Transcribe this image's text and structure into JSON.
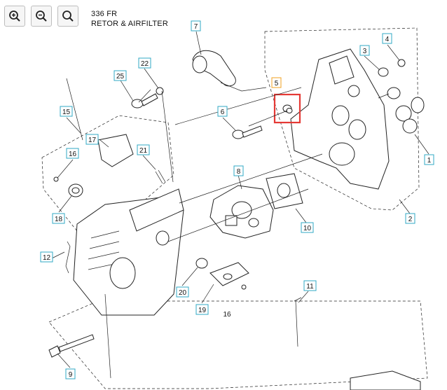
{
  "toolbar": {
    "zoom_in_icon": "zoom-in-icon",
    "zoom_out_icon": "zoom-out-icon"
  },
  "title": {
    "line1": "336 FR",
    "line2": "RETOR & AIRFILTER"
  },
  "callouts": {
    "c1": "1",
    "c2": "2",
    "c3": "3",
    "c4": "4",
    "c5": "5",
    "c6": "6",
    "c7": "7",
    "c8": "8",
    "c9": "9",
    "c10": "10",
    "c11": "11",
    "c12": "12",
    "c15": "15",
    "c16a": "16",
    "c16b": "16",
    "c17": "17",
    "c18": "18",
    "c19": "19",
    "c20": "20",
    "c21": "21",
    "c22": "22",
    "c25": "25"
  },
  "highlight_color": "#e53935",
  "label_border_color": "#30a9c4"
}
